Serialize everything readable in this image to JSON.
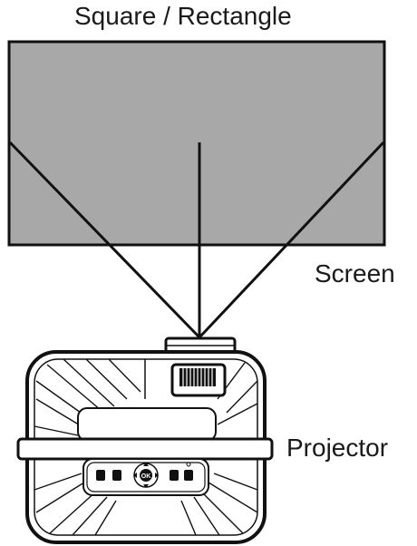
{
  "diagram": {
    "title": "Square / Rectangle",
    "screen_label": "Screen",
    "projector_label": "Projector",
    "button_center_label": "OK"
  },
  "colors": {
    "screen_fill": "#a8a8a8",
    "stroke": "#111111",
    "background": "#ffffff"
  }
}
